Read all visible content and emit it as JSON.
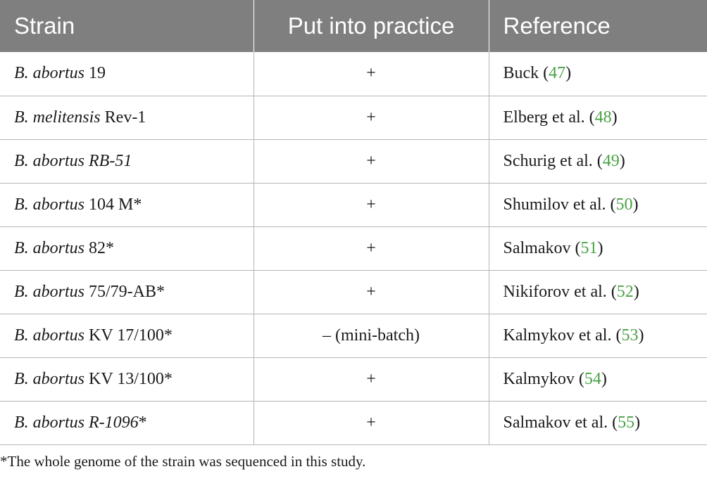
{
  "table": {
    "headers": [
      "Strain",
      "Put into practice",
      "Reference"
    ],
    "rows": [
      {
        "species": "B. abortus",
        "strain_italic": "",
        "strain_plain": " 19",
        "practice": "+",
        "ref_author": "Buck (",
        "ref_num": "47",
        "ref_close": ")"
      },
      {
        "species": "B. melitensis",
        "strain_italic": "",
        "strain_plain": " Rev-1",
        "practice": "+",
        "ref_author": "Elberg et al. (",
        "ref_num": "48",
        "ref_close": ")"
      },
      {
        "species": "B. abortus",
        "strain_italic": " RB-51",
        "strain_plain": "",
        "practice": "+",
        "ref_author": "Schurig et al. (",
        "ref_num": "49",
        "ref_close": ")"
      },
      {
        "species": "B. abortus",
        "strain_italic": "",
        "strain_plain": " 104 M*",
        "practice": "+",
        "ref_author": "Shumilov et al. (",
        "ref_num": "50",
        "ref_close": ")"
      },
      {
        "species": "B. abortus",
        "strain_italic": "",
        "strain_plain": " 82*",
        "practice": "+",
        "ref_author": "Salmakov (",
        "ref_num": "51",
        "ref_close": ")"
      },
      {
        "species": "B. abortus",
        "strain_italic": "",
        "strain_plain": " 75/79-AB*",
        "practice": "+",
        "ref_author": "Nikiforov et al. (",
        "ref_num": "52",
        "ref_close": ")"
      },
      {
        "species": "B. abortus",
        "strain_italic": "",
        "strain_plain": " KV 17/100*",
        "practice": "– (mini-batch)",
        "ref_author": "Kalmykov et al. (",
        "ref_num": "53",
        "ref_close": ")"
      },
      {
        "species": "B. abortus",
        "strain_italic": "",
        "strain_plain": " KV 13/100*",
        "practice": "+",
        "ref_author": "Kalmykov (",
        "ref_num": "54",
        "ref_close": ")"
      },
      {
        "species": "B. abortus",
        "strain_italic": " R-1096",
        "strain_plain": "*",
        "practice": "+",
        "ref_author": "Salmakov et al. (",
        "ref_num": "55",
        "ref_close": ")"
      }
    ]
  },
  "footnote": "*The whole genome of the strain was sequenced in this study.",
  "colors": {
    "header_bg": "#7f7f7f",
    "header_text": "#ffffff",
    "reference_link": "#4aa246",
    "grid": "#b5b5b5"
  }
}
